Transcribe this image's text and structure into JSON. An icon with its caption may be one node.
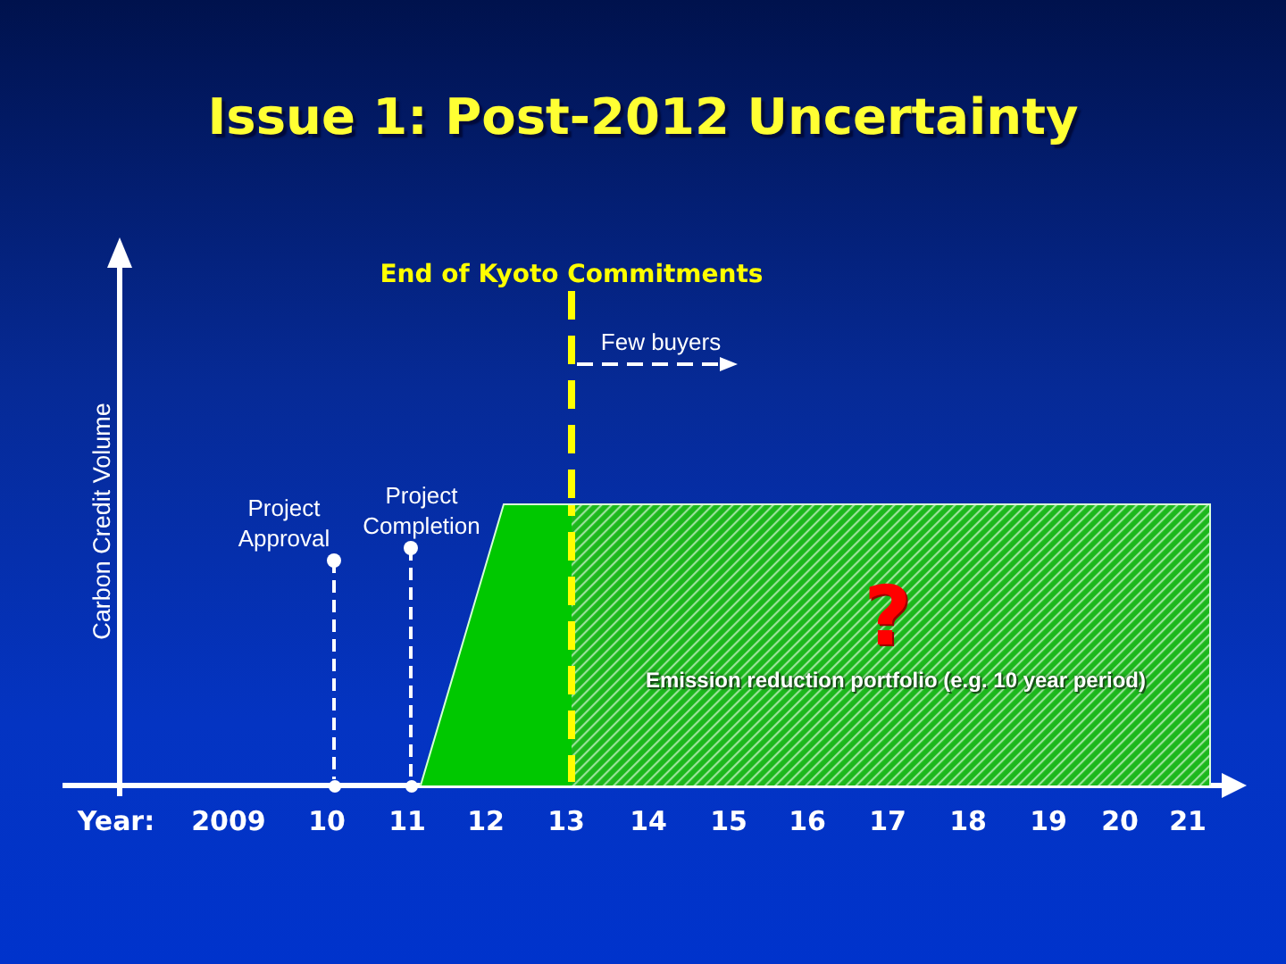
{
  "diagram": {
    "title": "Issue 1: Post-2012 Uncertainty",
    "nodes": [
      {
        "text": [
          "End of Kyoto Commitments"
        ]
      },
      {
        "text": [
          "Project Approval"
        ]
      },
      {
        "text": [
          "Project Completion"
        ]
      },
      {
        "text": [
          "?",
          "Emission reduction portfolio (e.g. 10 year period)"
        ]
      },
      {
        "text": [],
        "shape": "circle"
      },
      {
        "text": [],
        "shape": "circle"
      }
    ],
    "edges": [
      {
        "from": 0,
        "to": 3,
        "arrow": "none",
        "style": "dashed",
        "color": "#ffff00"
      },
      {
        "from": 1,
        "to": 4,
        "arrow": "other",
        "style": "dashed"
      },
      {
        "from": 2,
        "to": 5,
        "arrow": "other",
        "style": "dashed"
      }
    ],
    "labels": [
      "Few buyers",
      "Carbon Credit Volume",
      "Year:",
      "2009",
      "10",
      "11",
      "12",
      "13",
      "14",
      "15",
      "16",
      "17",
      "18",
      "19",
      "20",
      "21"
    ]
  }
}
